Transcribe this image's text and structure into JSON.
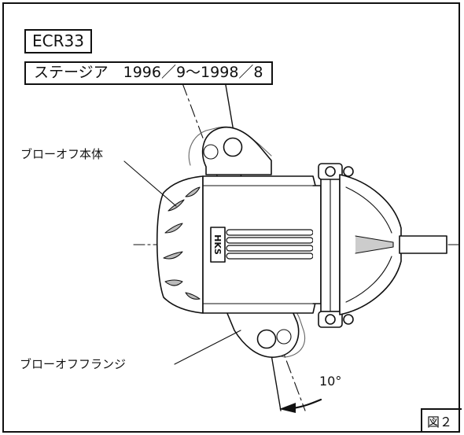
{
  "model_code": "ECR33",
  "vehicle_period": "ステージア　1996／9〜1998／8",
  "labels": {
    "blowoff_body": "ブローオフ本体",
    "blowoff_flange": "ブローオフフランジ"
  },
  "angle": "10°",
  "figure_number": "図２",
  "logo_text": "HKS"
}
